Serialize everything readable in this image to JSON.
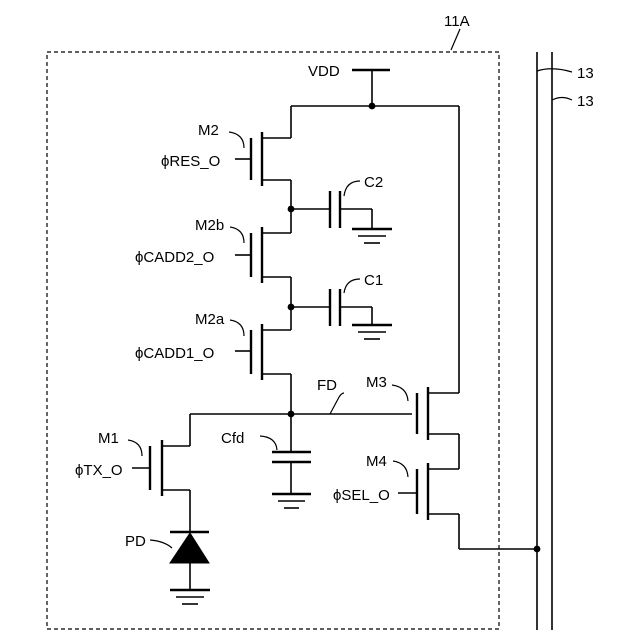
{
  "labels": {
    "block": "11A",
    "vdd": "VDD",
    "bus_ref_top": "13",
    "bus_ref_bottom": "13",
    "fd": "FD",
    "pd": "PD",
    "cfd": "Cfd",
    "c1": "C1",
    "c2": "C2"
  },
  "transistors": {
    "m2": {
      "name": "M2",
      "signal": "ϕRES_O"
    },
    "m2b": {
      "name": "M2b",
      "signal": "ϕCADD2_O"
    },
    "m2a": {
      "name": "M2a",
      "signal": "ϕCADD1_O"
    },
    "m1": {
      "name": "M1",
      "signal": "ϕTX_O"
    },
    "m3": {
      "name": "M3"
    },
    "m4": {
      "name": "M4",
      "signal": "ϕSEL_O"
    }
  }
}
